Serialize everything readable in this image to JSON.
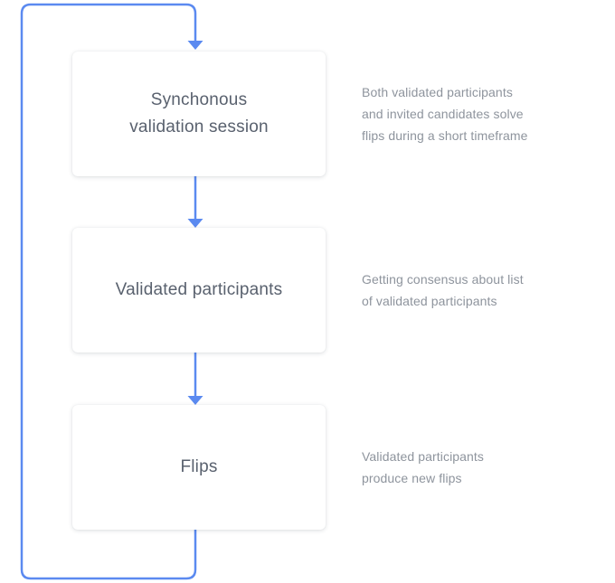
{
  "colors": {
    "accent": "#5B8AF0",
    "node_background": "#FFFFFF",
    "node_text": "#59616E",
    "description_text": "#8E949D",
    "page_background": "#FFFFFF"
  },
  "flow": {
    "steps": [
      {
        "label": "Synchonous\nvalidation session",
        "description": "Both validated participants\nand invited candidates solve\nflips during a short timeframe"
      },
      {
        "label": "Validated participants",
        "description": "Getting consensus about list\nof validated participants"
      },
      {
        "label": "Flips",
        "description": "Validated participants\nproduce new flips"
      }
    ]
  }
}
